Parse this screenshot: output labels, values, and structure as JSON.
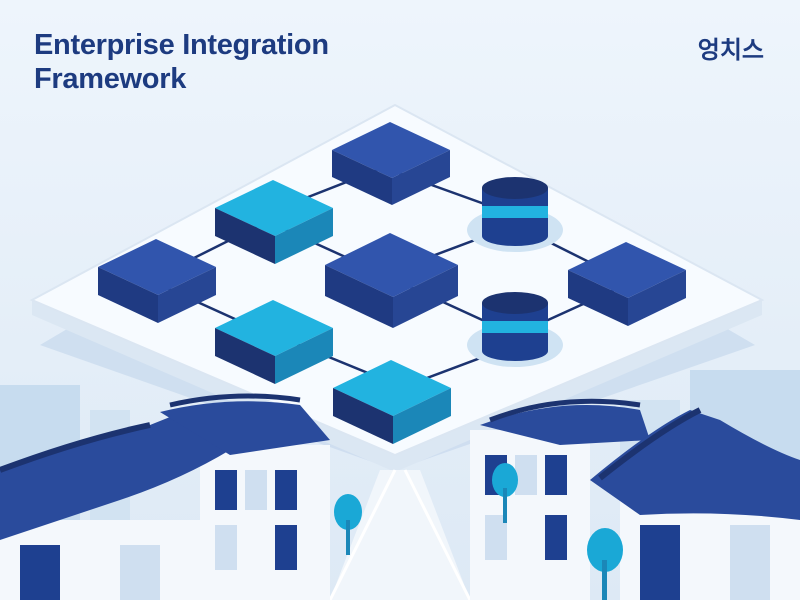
{
  "header": {
    "title_line1": "Enterprise Integration",
    "title_line2": "Framework",
    "brand": "엉치스"
  },
  "colors": {
    "background": "#e8f2fa",
    "navy": "#2a4b9c",
    "navy_dark": "#1c3370",
    "cyan": "#1aa8d6",
    "platform": "#f7fbff",
    "title": "#1d3b80"
  },
  "icons": [
    "database-icon",
    "module-block-icon",
    "hanok-roof-icon",
    "tree-icon"
  ]
}
